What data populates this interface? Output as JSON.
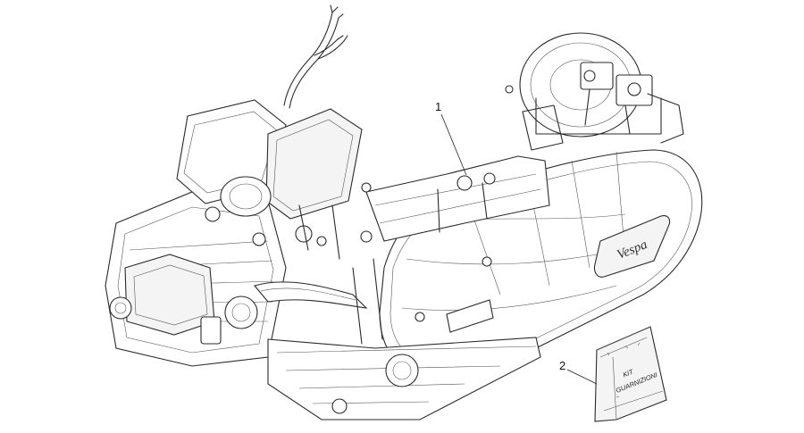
{
  "callouts": [
    {
      "number": "1",
      "part": "engine-assembly"
    },
    {
      "number": "2",
      "part": "gasket-kit"
    }
  ],
  "engine_logo": "Vespa",
  "gasket_kit_label": [
    "KIT",
    "GUARNIZIONI"
  ]
}
